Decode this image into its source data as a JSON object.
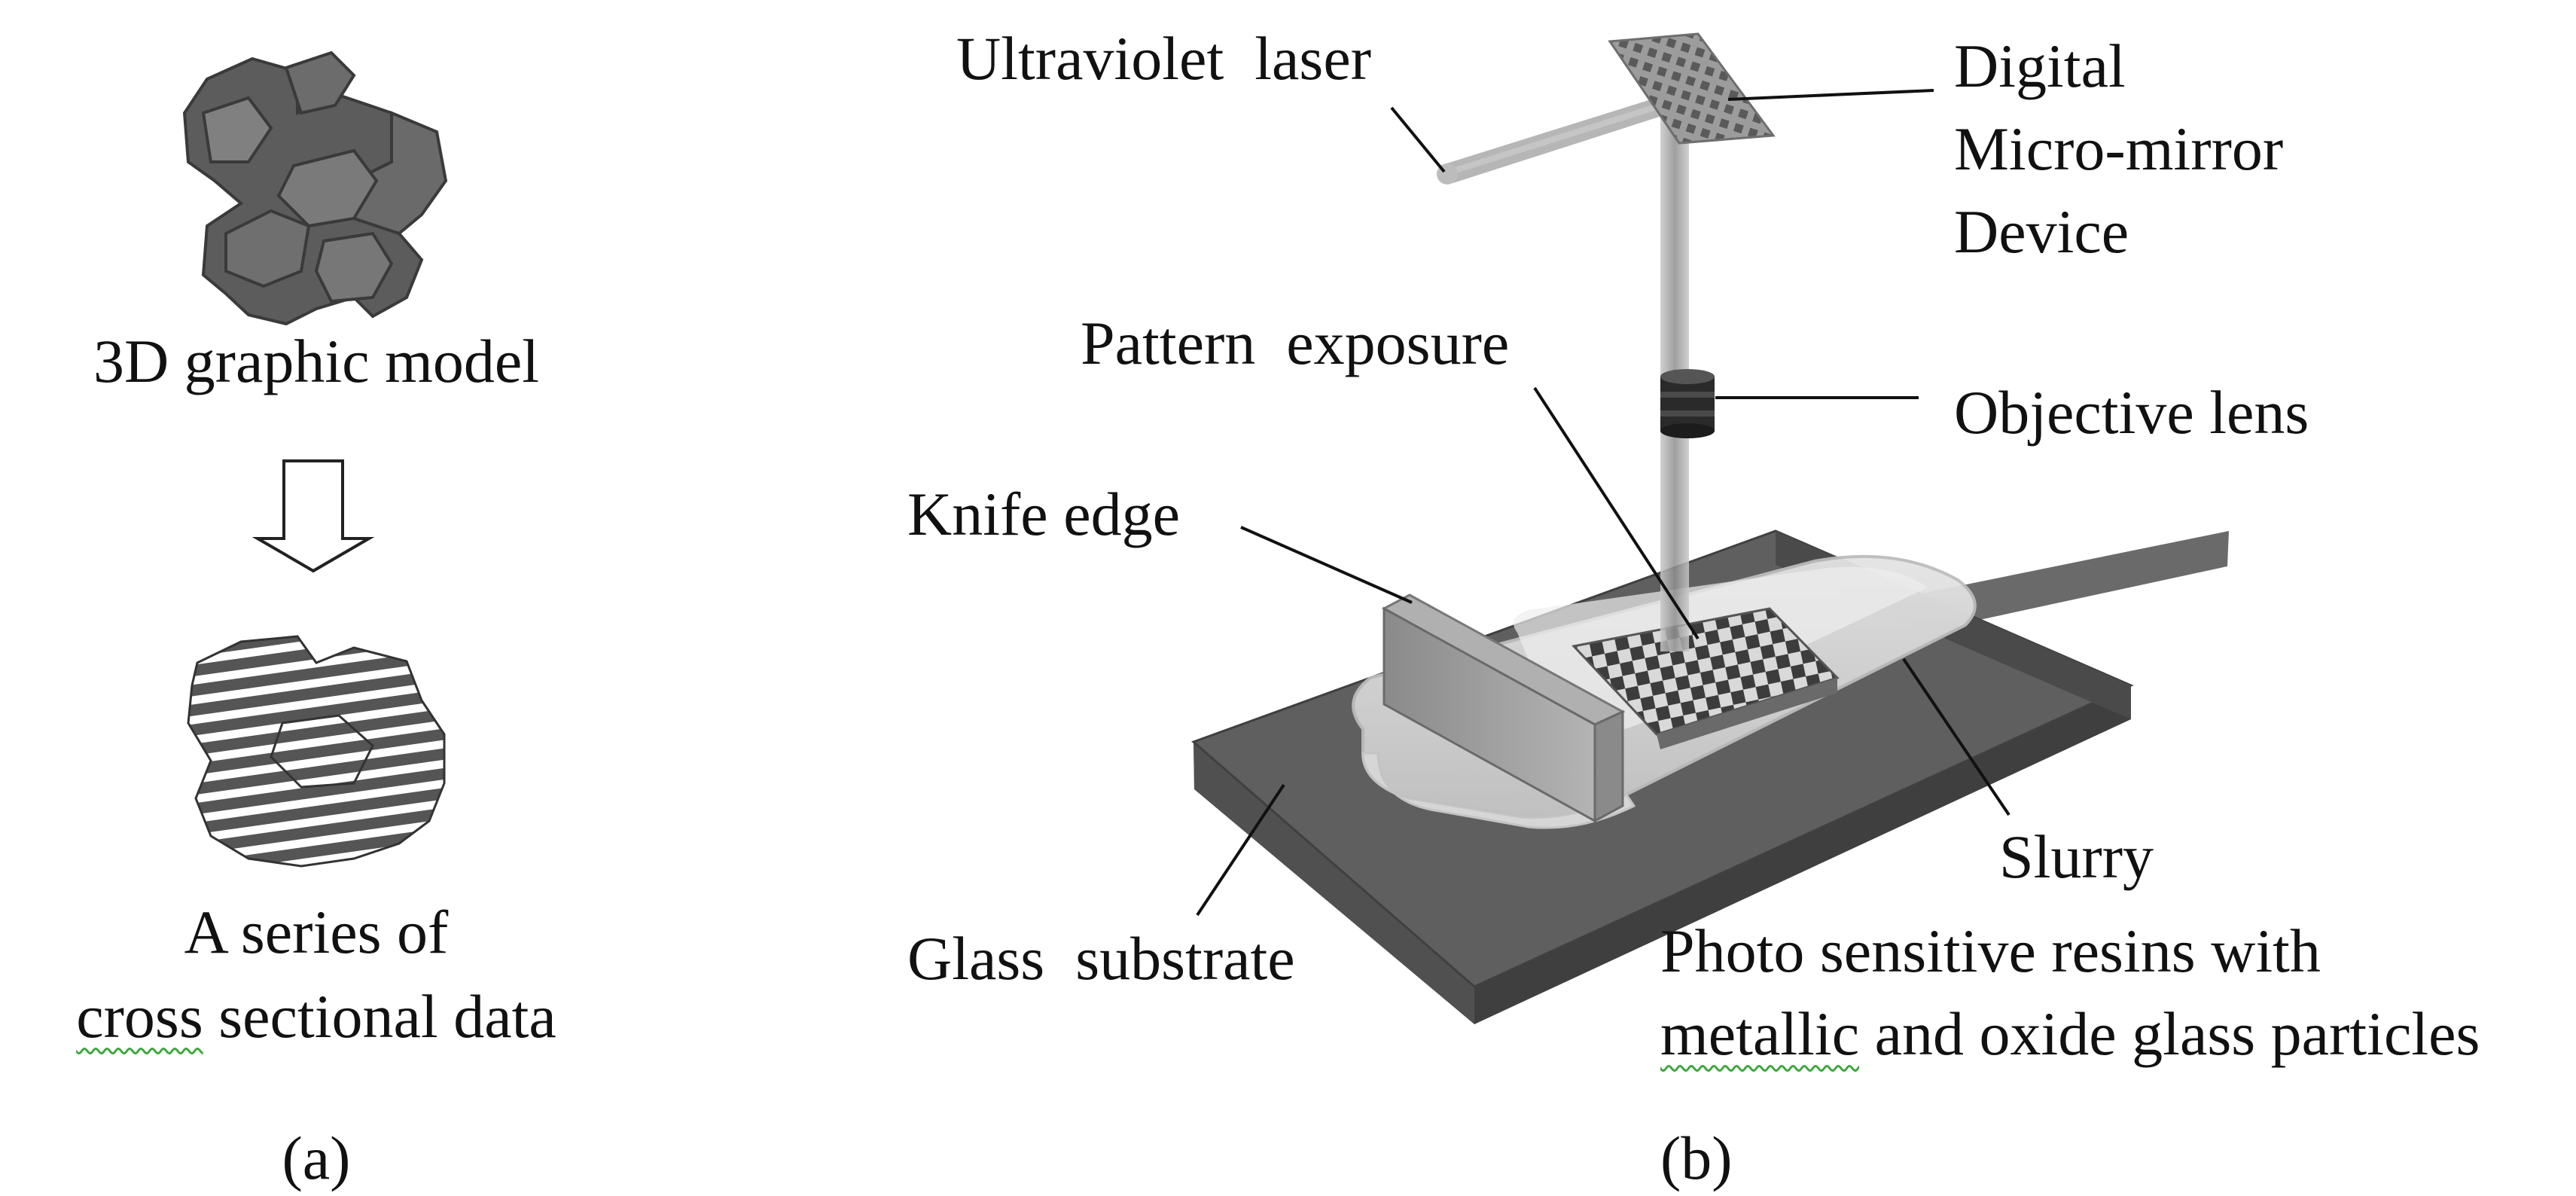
{
  "panel_a": {
    "model_label": "3D graphic model",
    "series_line1": "A series of",
    "series_line2_word": "cross",
    "series_line2_rest": " sectional data",
    "caption": "(a)"
  },
  "panel_b": {
    "laser": "Ultraviolet  laser",
    "dmd_line1": "Digital",
    "dmd_line2": "Micro-mirror",
    "dmd_line3": "Device",
    "pattern": "Pattern  exposure",
    "lens": "Objective lens",
    "knife": "Knife edge",
    "glass": "Glass  substrate",
    "slurry": "Slurry",
    "resin_line1": "Photo sensitive resins with",
    "resin_line2_word": "metallic",
    "resin_line2_rest": " and oxide glass particles",
    "caption": "(b)"
  },
  "colors": {
    "metal_dark": "#4b4b4b",
    "metal_mid": "#6e6e6e",
    "metal_light": "#9a9a9a",
    "substrate": "#5e5e5e",
    "beam": "#a8a8a8",
    "spellcheck": "#3fa83f"
  }
}
